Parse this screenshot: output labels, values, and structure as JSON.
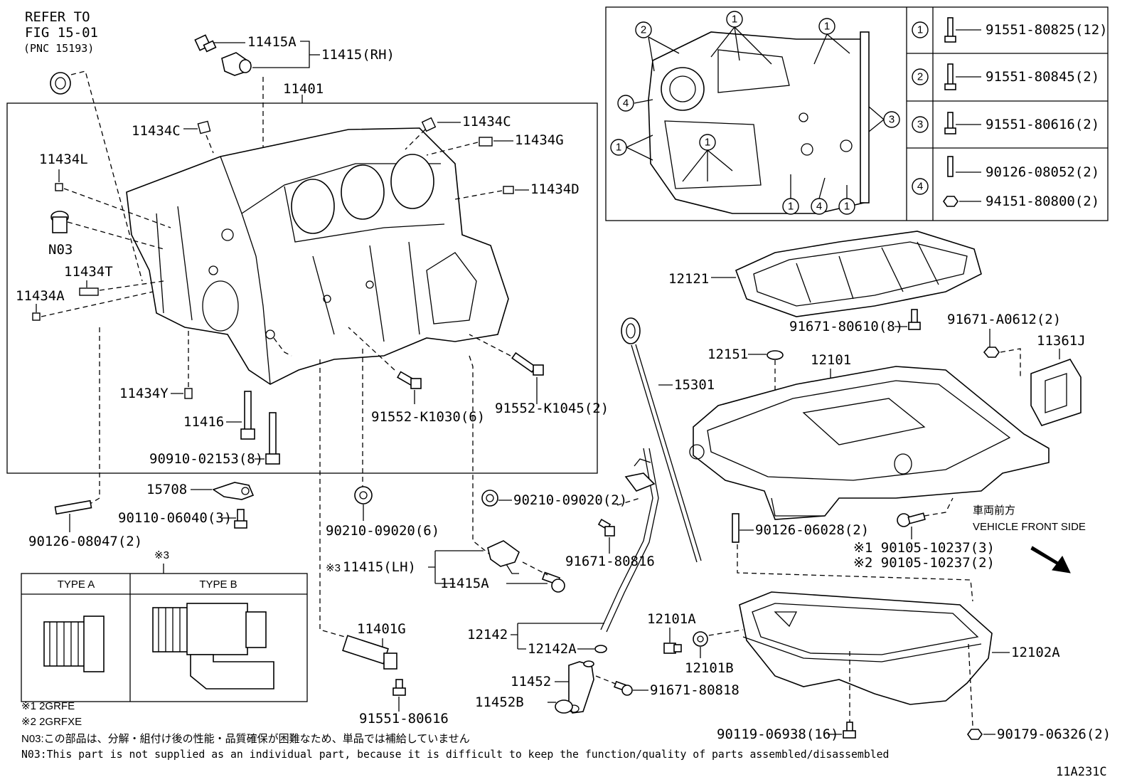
{
  "refer": [
    "REFER TO",
    "FIG 15-01",
    "(PNC 15193)"
  ],
  "labels": {
    "p11415a_top": "11415A",
    "p11415_rh": "11415(RH)",
    "p11401": "11401",
    "p11434c_l": "11434C",
    "p11434c_r": "11434C",
    "p11434g": "11434G",
    "p11434l": "11434L",
    "p11434d": "11434D",
    "n03": "N03",
    "p11434t": "11434T",
    "p11434a": "11434A",
    "p11434y": "11434Y",
    "p11416": "11416",
    "p90910": "90910-02153(8)",
    "p91552_1030": "91552-K1030(6)",
    "p91552_1045": "91552-K1045(2)",
    "p15708": "15708",
    "p90110": "90110-06040(3)",
    "p90126_047": "90126-08047(2)",
    "p90210_6": "90210-09020(6)",
    "p90210_2": "90210-09020(2)",
    "p11415_lh": "11415(LH)",
    "p11415a_bot": "11415A",
    "note3_mark": "※3",
    "p11401g": "11401G",
    "p91551_616": "91551-80616",
    "p12121": "12121",
    "p91671_610": "91671-80610(8)",
    "p91671_a0612": "91671-A0612(2)",
    "p11361j": "11361J",
    "p12151": "12151",
    "p12101": "12101",
    "p15301": "15301",
    "p90126_028": "90126-06028(2)",
    "p91671_816": "91671-80816",
    "p90105_3": "※1 90105-10237(3)",
    "p90105_2": "※2 90105-10237(2)",
    "front_jp": "車両前方",
    "front_en": "VEHICLE FRONT SIDE",
    "p12142": "12142",
    "p12142a": "12142A",
    "p12101a": "12101A",
    "p12101b": "12101B",
    "p12102a": "12102A",
    "p11452": "11452",
    "p11452b": "11452B",
    "p91671_818": "91671-80818",
    "p90119": "90119-06938(16)",
    "p90179": "90179-06326(2)",
    "code": "11A231C"
  },
  "type_box": {
    "mark": "※3",
    "type_a": "TYPE A",
    "type_b": "TYPE B"
  },
  "bolt_table": [
    {
      "n": "1",
      "parts": [
        "91551-80825(12)"
      ]
    },
    {
      "n": "2",
      "parts": [
        "91551-80845(2)"
      ]
    },
    {
      "n": "3",
      "parts": [
        "91551-80616(2)"
      ]
    },
    {
      "n": "4",
      "parts": [
        "90126-08052(2)",
        "94151-80800(2)"
      ]
    }
  ],
  "notes": {
    "n1": "※1 2GRFE",
    "n2": "※2 2GRFXE",
    "jp": "N03:この部品は、分解・組付け後の性能・品質確保が困難なため、単品では補給していません",
    "en": "N03:This part is not supplied as an individual part, because it is difficult to keep the function/quality of parts assembled/disassembled"
  }
}
